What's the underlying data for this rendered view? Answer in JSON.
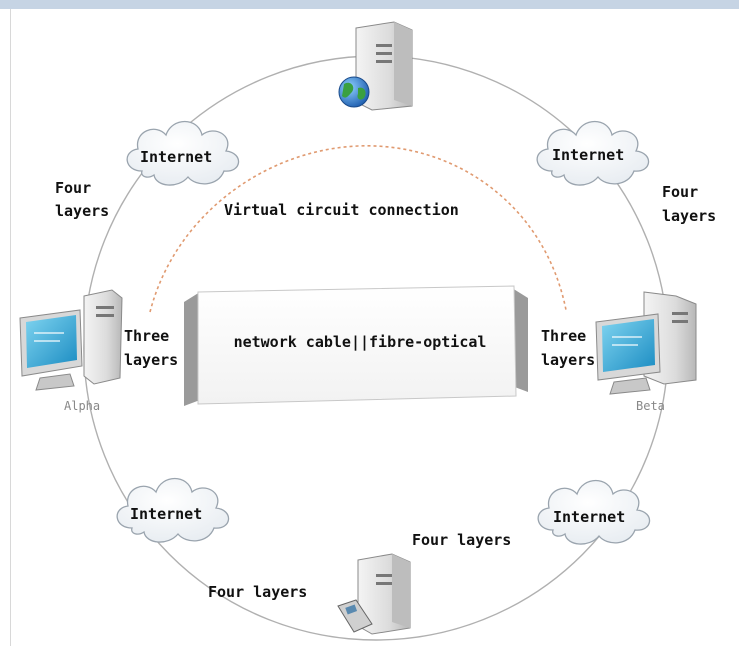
{
  "clouds": [
    {
      "id": "top-left",
      "label": "Internet"
    },
    {
      "id": "top-right",
      "label": "Internet"
    },
    {
      "id": "bottom-left",
      "label": "Internet"
    },
    {
      "id": "bottom-right",
      "label": "Internet"
    }
  ],
  "layer_labels": {
    "four_top_left": [
      "Four",
      "layers"
    ],
    "four_top_right": [
      "Four",
      "layers"
    ],
    "four_bottom_right": "Four layers",
    "four_bottom_left": "Four layers",
    "three_left": [
      "Three",
      "layers"
    ],
    "three_right": [
      "Three",
      "layers"
    ]
  },
  "virtual_circuit": "Virtual circuit connection",
  "banner": "network cable||fibre-optical",
  "hosts": {
    "left": "Alpha",
    "right": "Beta"
  },
  "colors": {
    "ring": "#b0b0b0",
    "virtual_arc": "#e0a07a",
    "cloud_stroke": "#9aa4ae",
    "screen": "#2aa0d0"
  },
  "icons": [
    "server-globe-icon",
    "computer-alpha-icon",
    "computer-beta-icon",
    "server-phone-icon"
  ]
}
